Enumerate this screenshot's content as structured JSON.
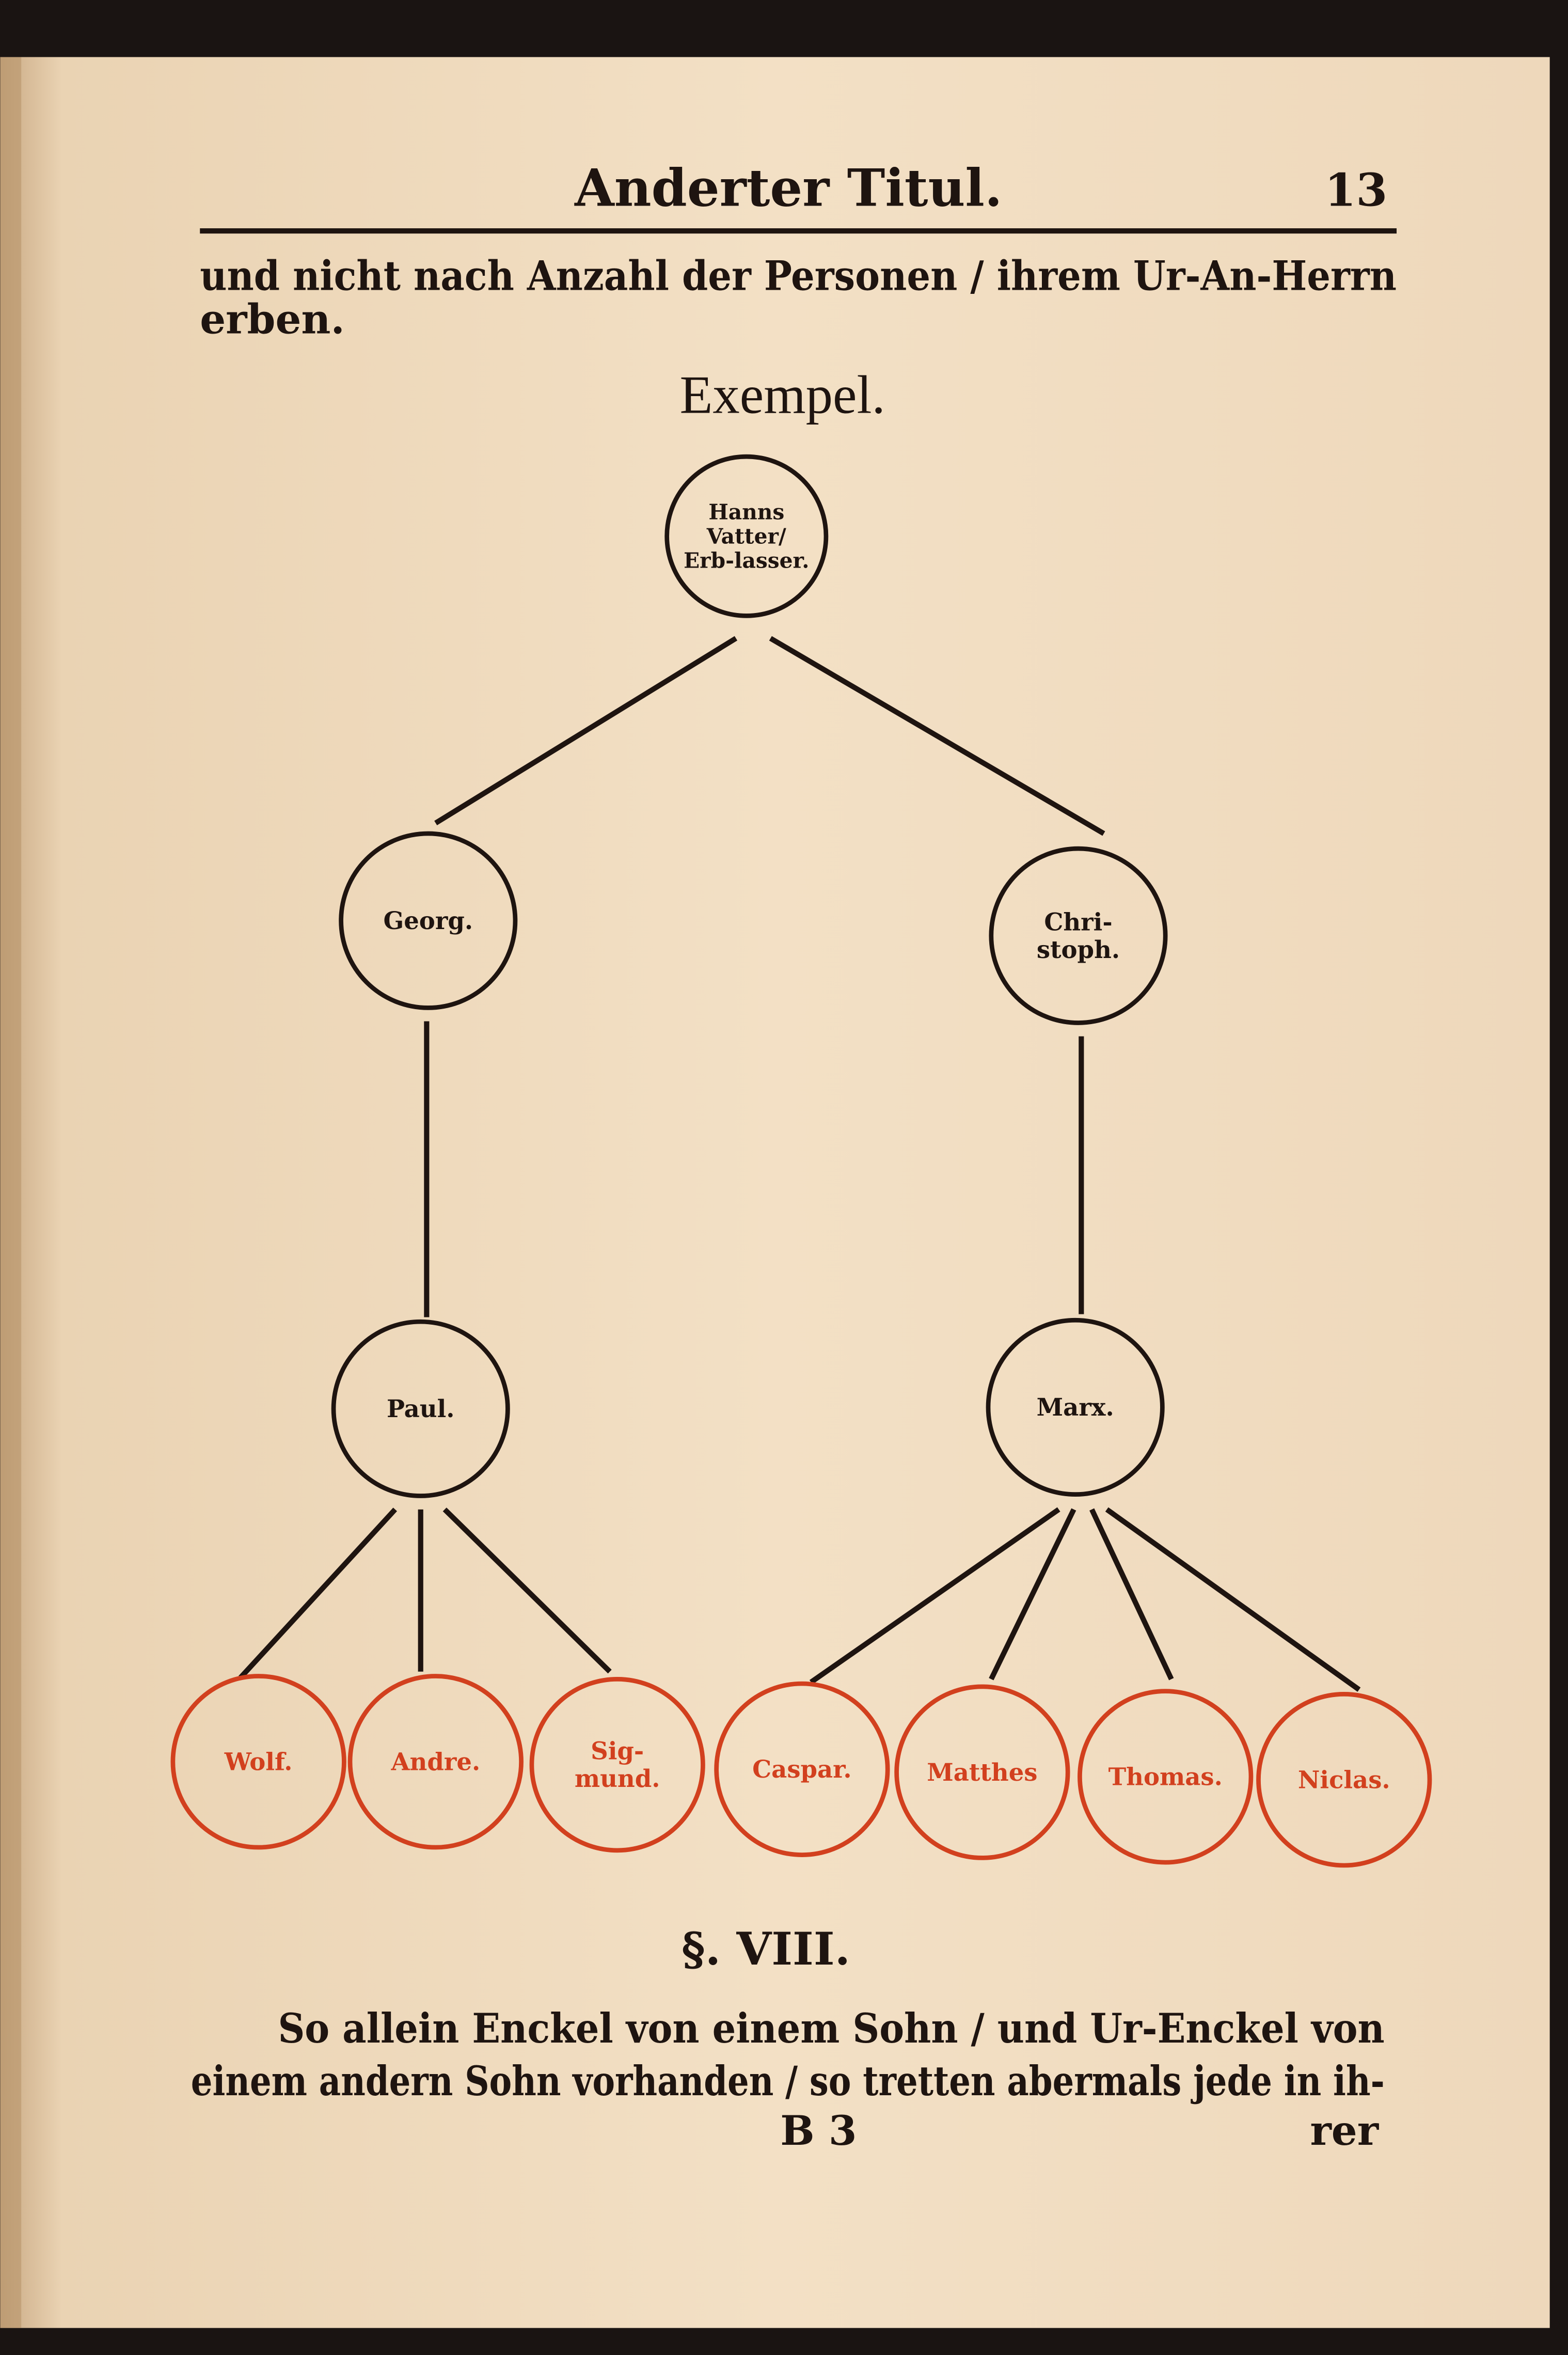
{
  "header": {
    "running_title": "Anderter Titul.",
    "page_number": "13"
  },
  "body_top": {
    "lines": [
      "und nicht nach Anzahl der Personen / ihrem Ur-An-Herrn",
      "erben."
    ]
  },
  "diagram": {
    "title": "Exempel.",
    "root": {
      "lines": [
        "Hanns",
        "Vatter/",
        "Erb-lasser."
      ]
    },
    "sons": [
      {
        "lines": [
          "Georg."
        ]
      },
      {
        "lines": [
          "Chri-",
          "stoph."
        ]
      }
    ],
    "grandsons": [
      {
        "lines": [
          "Paul."
        ]
      },
      {
        "lines": [
          "Marx."
        ]
      }
    ],
    "great_grandsons": [
      {
        "lines": [
          "Wolf."
        ]
      },
      {
        "lines": [
          "Andre."
        ]
      },
      {
        "lines": [
          "Sig-",
          "mund."
        ]
      },
      {
        "lines": [
          "Caspar."
        ]
      },
      {
        "lines": [
          "Matthes"
        ]
      },
      {
        "lines": [
          "Thomas."
        ]
      },
      {
        "lines": [
          "Niclas."
        ]
      }
    ],
    "colors": {
      "ink": "#1e1410",
      "red": "#d2401e"
    }
  },
  "section": {
    "heading": "§. VIII.",
    "lines": [
      "So allein Enckel von einem Sohn / und Ur-Enckel von",
      "einem andern Sohn vorhanden / so tretten abermals jede in ih-"
    ]
  },
  "footer": {
    "signature": "B 3",
    "catchword": "rer"
  }
}
